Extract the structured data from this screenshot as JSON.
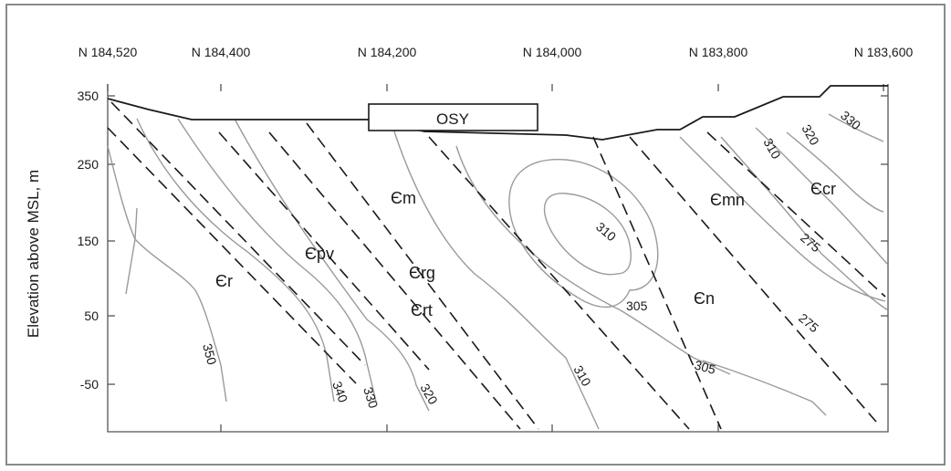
{
  "figure": {
    "y_axis_title": "Elevation above MSL, m",
    "x_ticks": [
      "N 184,520",
      "N 184,400",
      "N 184,200",
      "N 184,000",
      "N 183,800",
      "N 183,600"
    ],
    "y_ticks": [
      "350",
      "250",
      "150",
      "50",
      "-50"
    ],
    "facility_label": "OSY",
    "units": [
      "Єr",
      "Єpv",
      "Єm",
      "Єrg",
      "Єrt",
      "Єn",
      "Єmn",
      "Єcr"
    ],
    "contour_labels": [
      "350",
      "340",
      "330",
      "320",
      "310",
      "305",
      "310",
      "305",
      "275",
      "275",
      "310",
      "320",
      "330"
    ],
    "colors": {
      "contour": "#9a9a9a",
      "fault": "#1a1a1a",
      "frame": "#8a8a8a"
    }
  }
}
